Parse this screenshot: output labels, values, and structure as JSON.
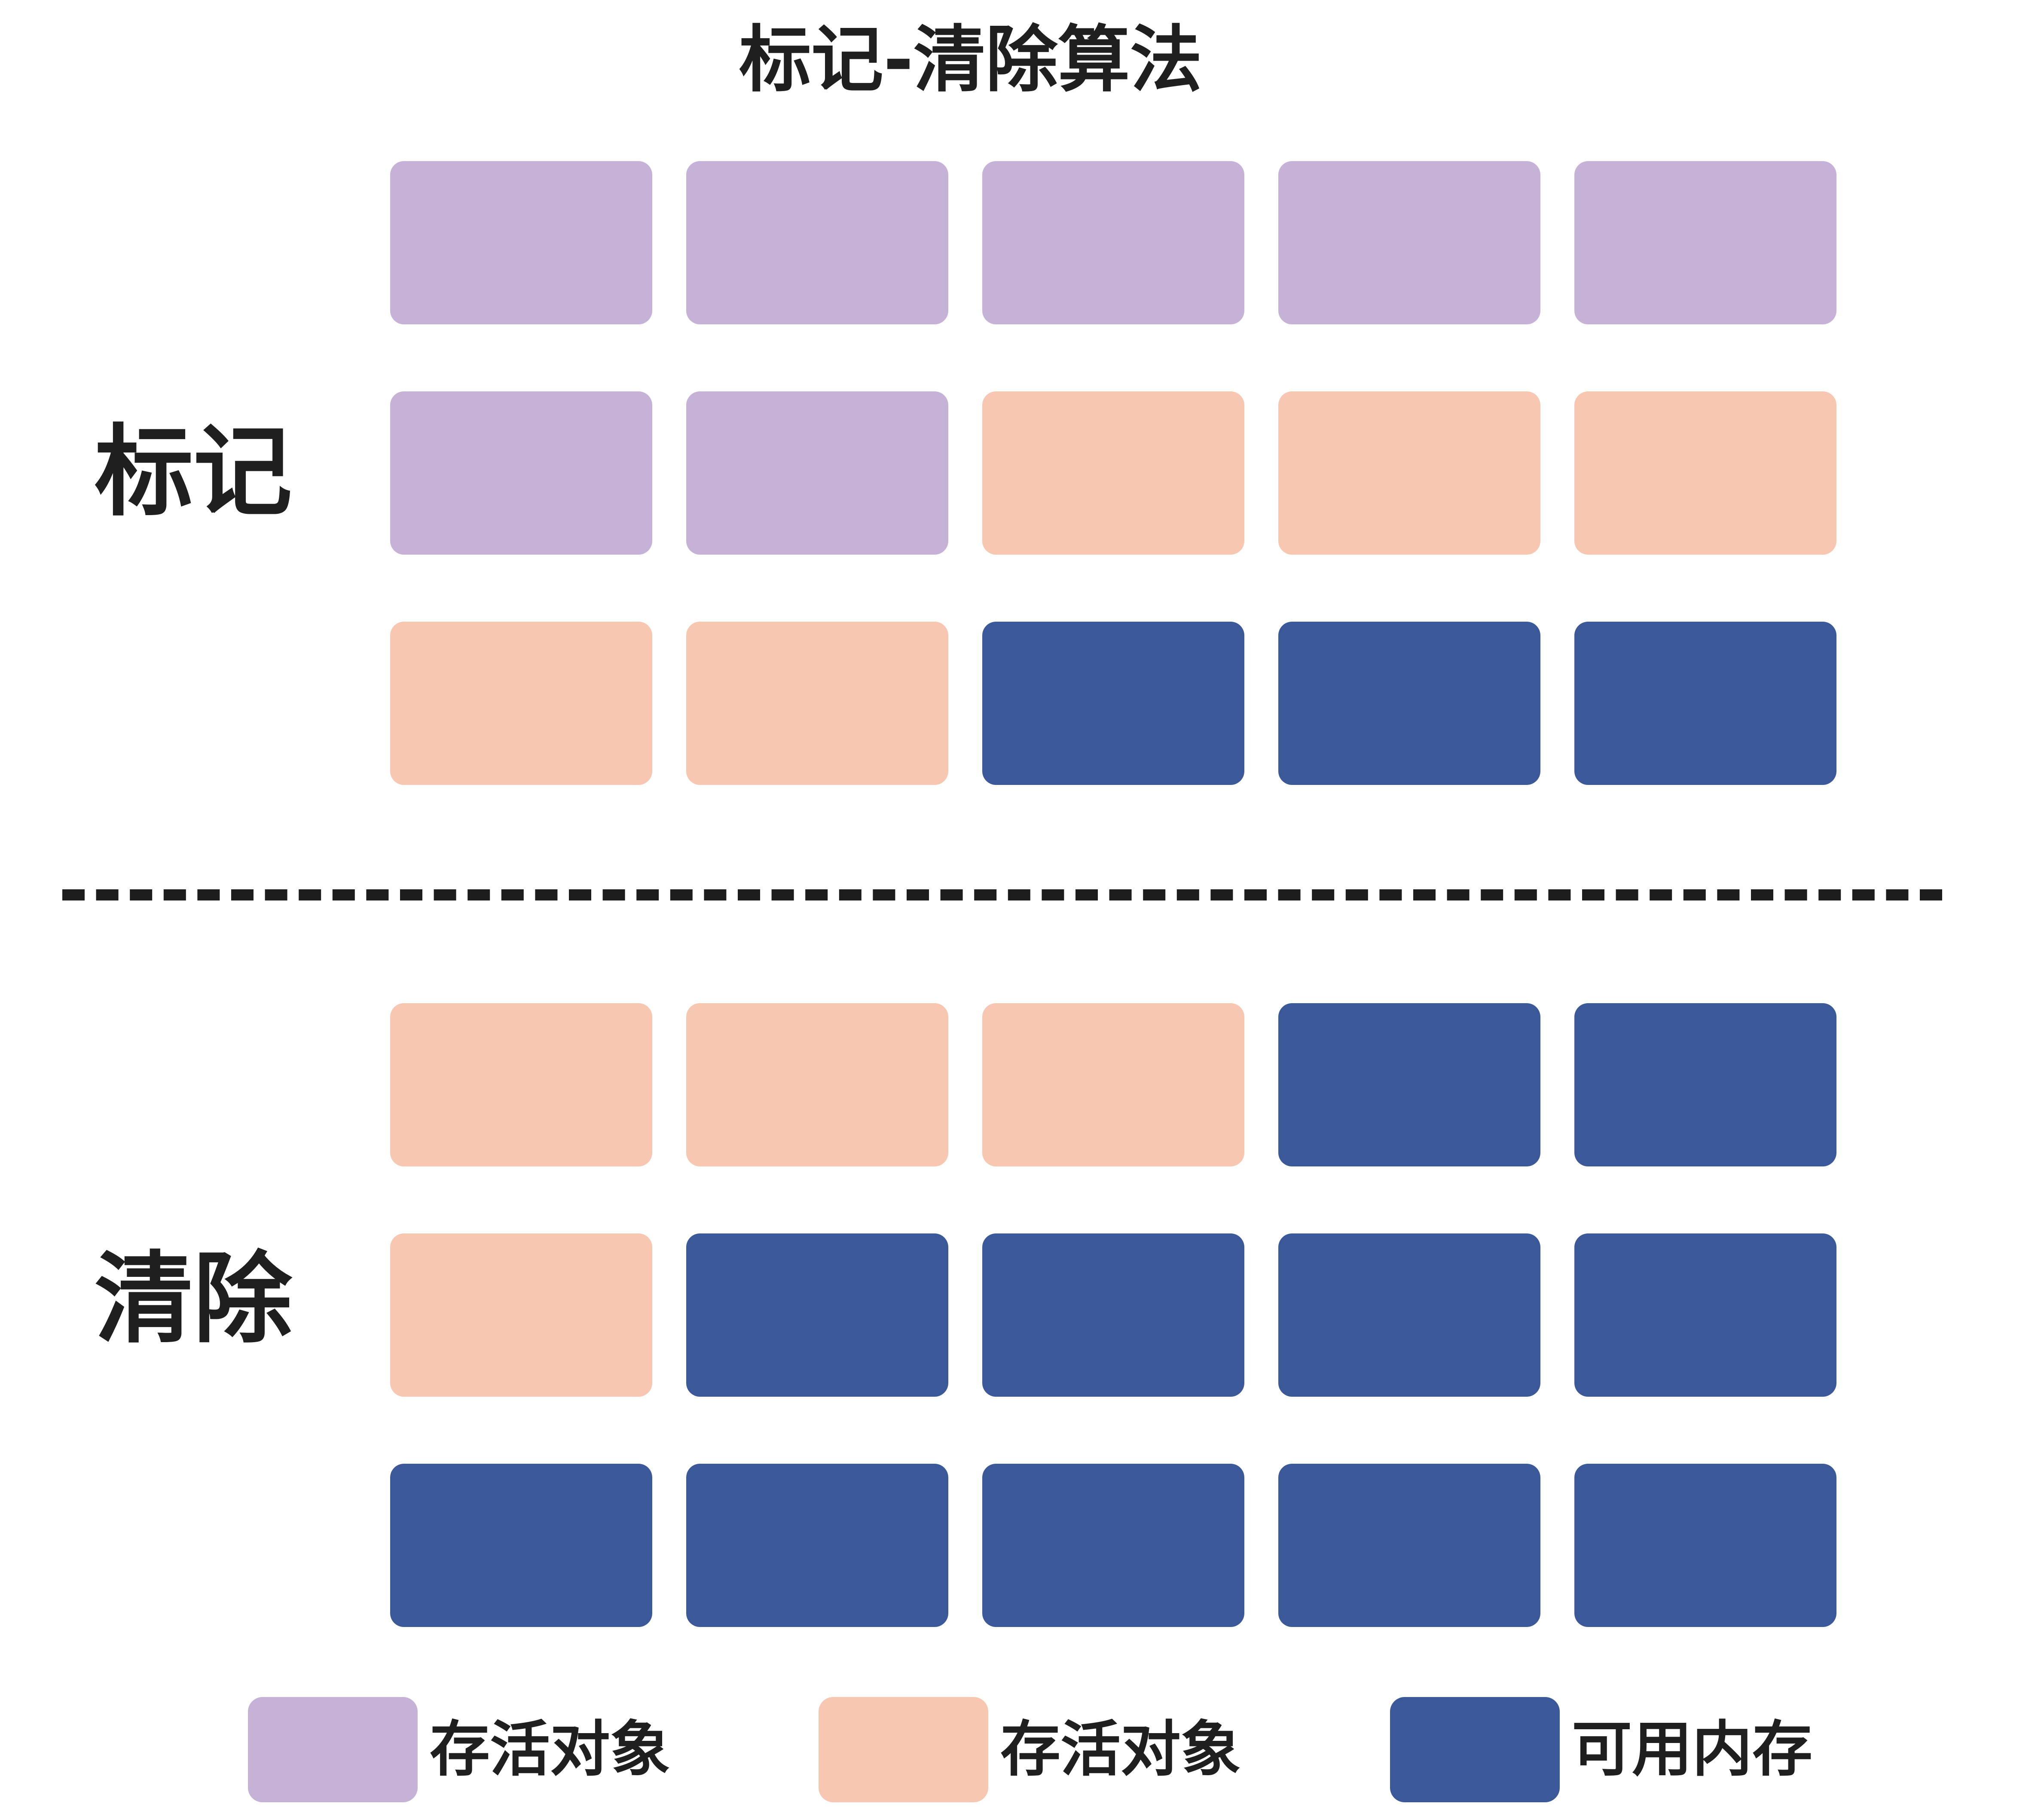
{
  "title": "标记-清除算法",
  "sections": {
    "mark": {
      "label": "标记"
    },
    "sweep": {
      "label": "清除"
    }
  },
  "colors": {
    "marked": "#C6B2D6",
    "alive": "#F7C7B1",
    "free": "#3B5898",
    "divider": "#1D1D1D"
  },
  "grids": {
    "mark": [
      [
        "marked",
        "marked",
        "marked",
        "marked",
        "marked"
      ],
      [
        "marked",
        "marked",
        "alive",
        "alive",
        "alive"
      ],
      [
        "alive",
        "alive",
        "free",
        "free",
        "free"
      ]
    ],
    "sweep": [
      [
        "alive",
        "alive",
        "alive",
        "free",
        "free"
      ],
      [
        "alive",
        "free",
        "free",
        "free",
        "free"
      ],
      [
        "free",
        "free",
        "free",
        "free",
        "free"
      ]
    ]
  },
  "legend": [
    {
      "type": "marked",
      "label": "存活对象"
    },
    {
      "type": "alive",
      "label": "存活对象"
    },
    {
      "type": "free",
      "label": "可用内存"
    }
  ]
}
